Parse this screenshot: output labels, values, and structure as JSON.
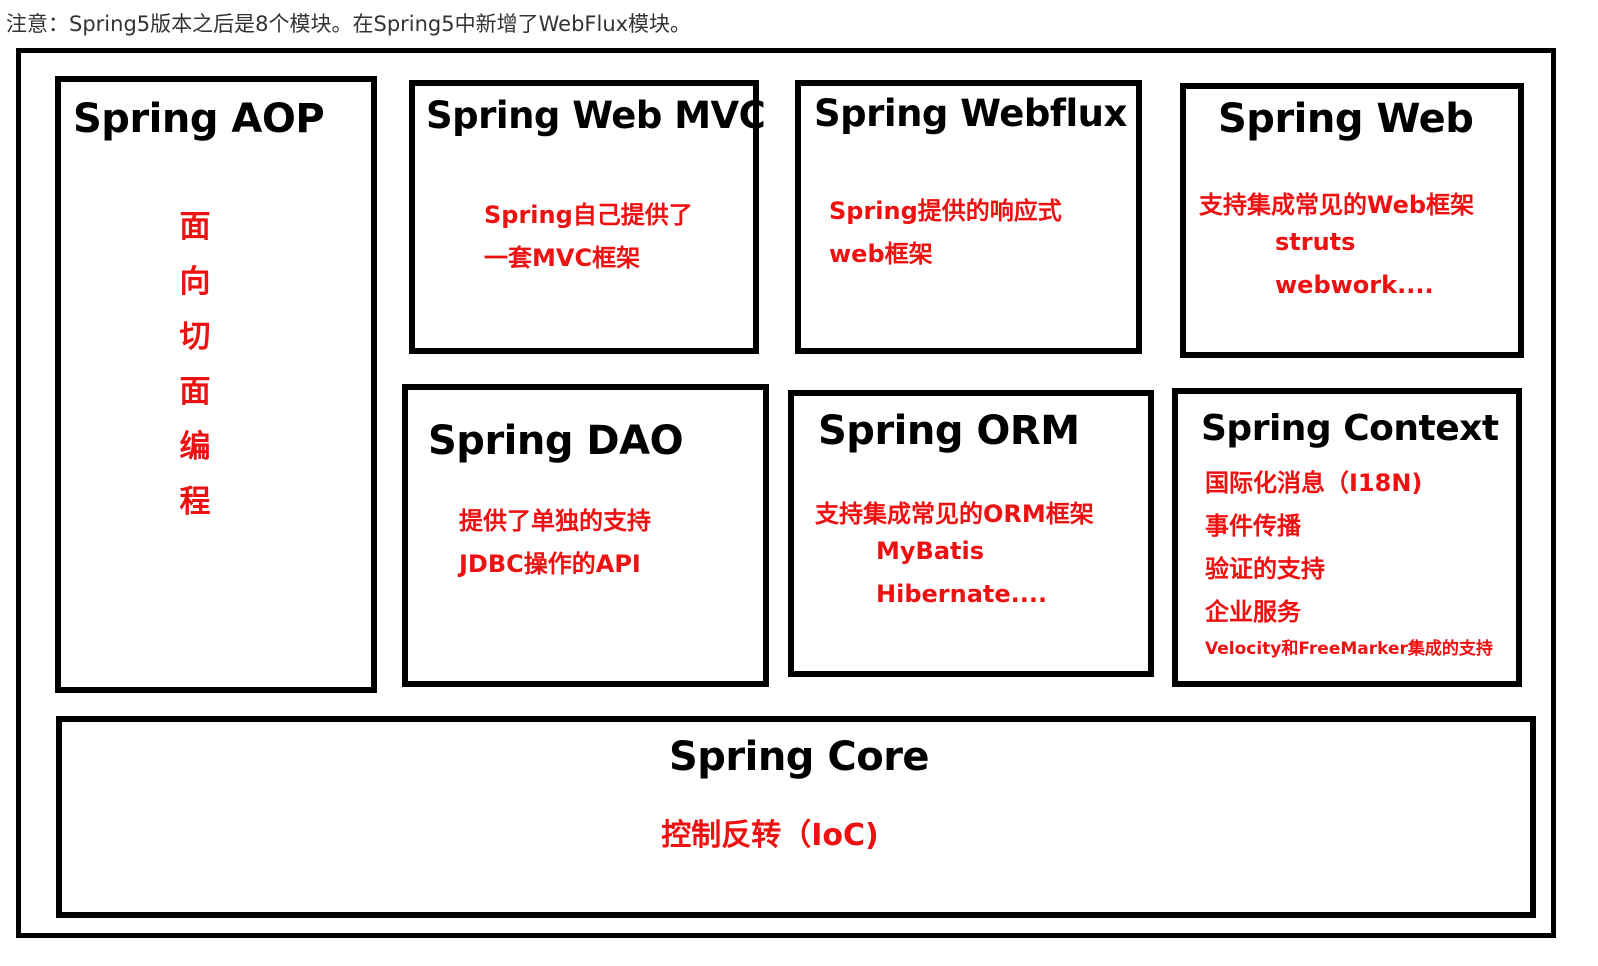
{
  "note": "注意：Spring5版本之后是8个模块。在Spring5中新增了WebFlux模块。",
  "modules": {
    "aop": {
      "title": "Spring AOP",
      "desc_chars": [
        "面",
        "向",
        "切",
        "面",
        "编",
        "程"
      ]
    },
    "webmvc": {
      "title": "Spring Web MVC",
      "lines": [
        "Spring自己提供了",
        "一套MVC框架"
      ]
    },
    "webflux": {
      "title": "Spring Webflux",
      "lines": [
        "Spring提供的响应式",
        "web框架"
      ]
    },
    "web": {
      "title": "Spring Web",
      "lines": [
        "支持集成常见的Web框架",
        "struts",
        "webwork...."
      ]
    },
    "dao": {
      "title": "Spring DAO",
      "lines": [
        "提供了单独的支持",
        "JDBC操作的API"
      ]
    },
    "orm": {
      "title": "Spring ORM",
      "lines": [
        "支持集成常见的ORM框架",
        "MyBatis",
        "Hibernate...."
      ]
    },
    "context": {
      "title": "Spring Context",
      "lines": [
        "国际化消息（I18N)",
        "事件传播",
        "验证的支持",
        "企业服务",
        "Velocity和FreeMarker集成的支持"
      ]
    },
    "core": {
      "title": "Spring Core",
      "lines": [
        "控制反转（IoC)"
      ]
    }
  }
}
